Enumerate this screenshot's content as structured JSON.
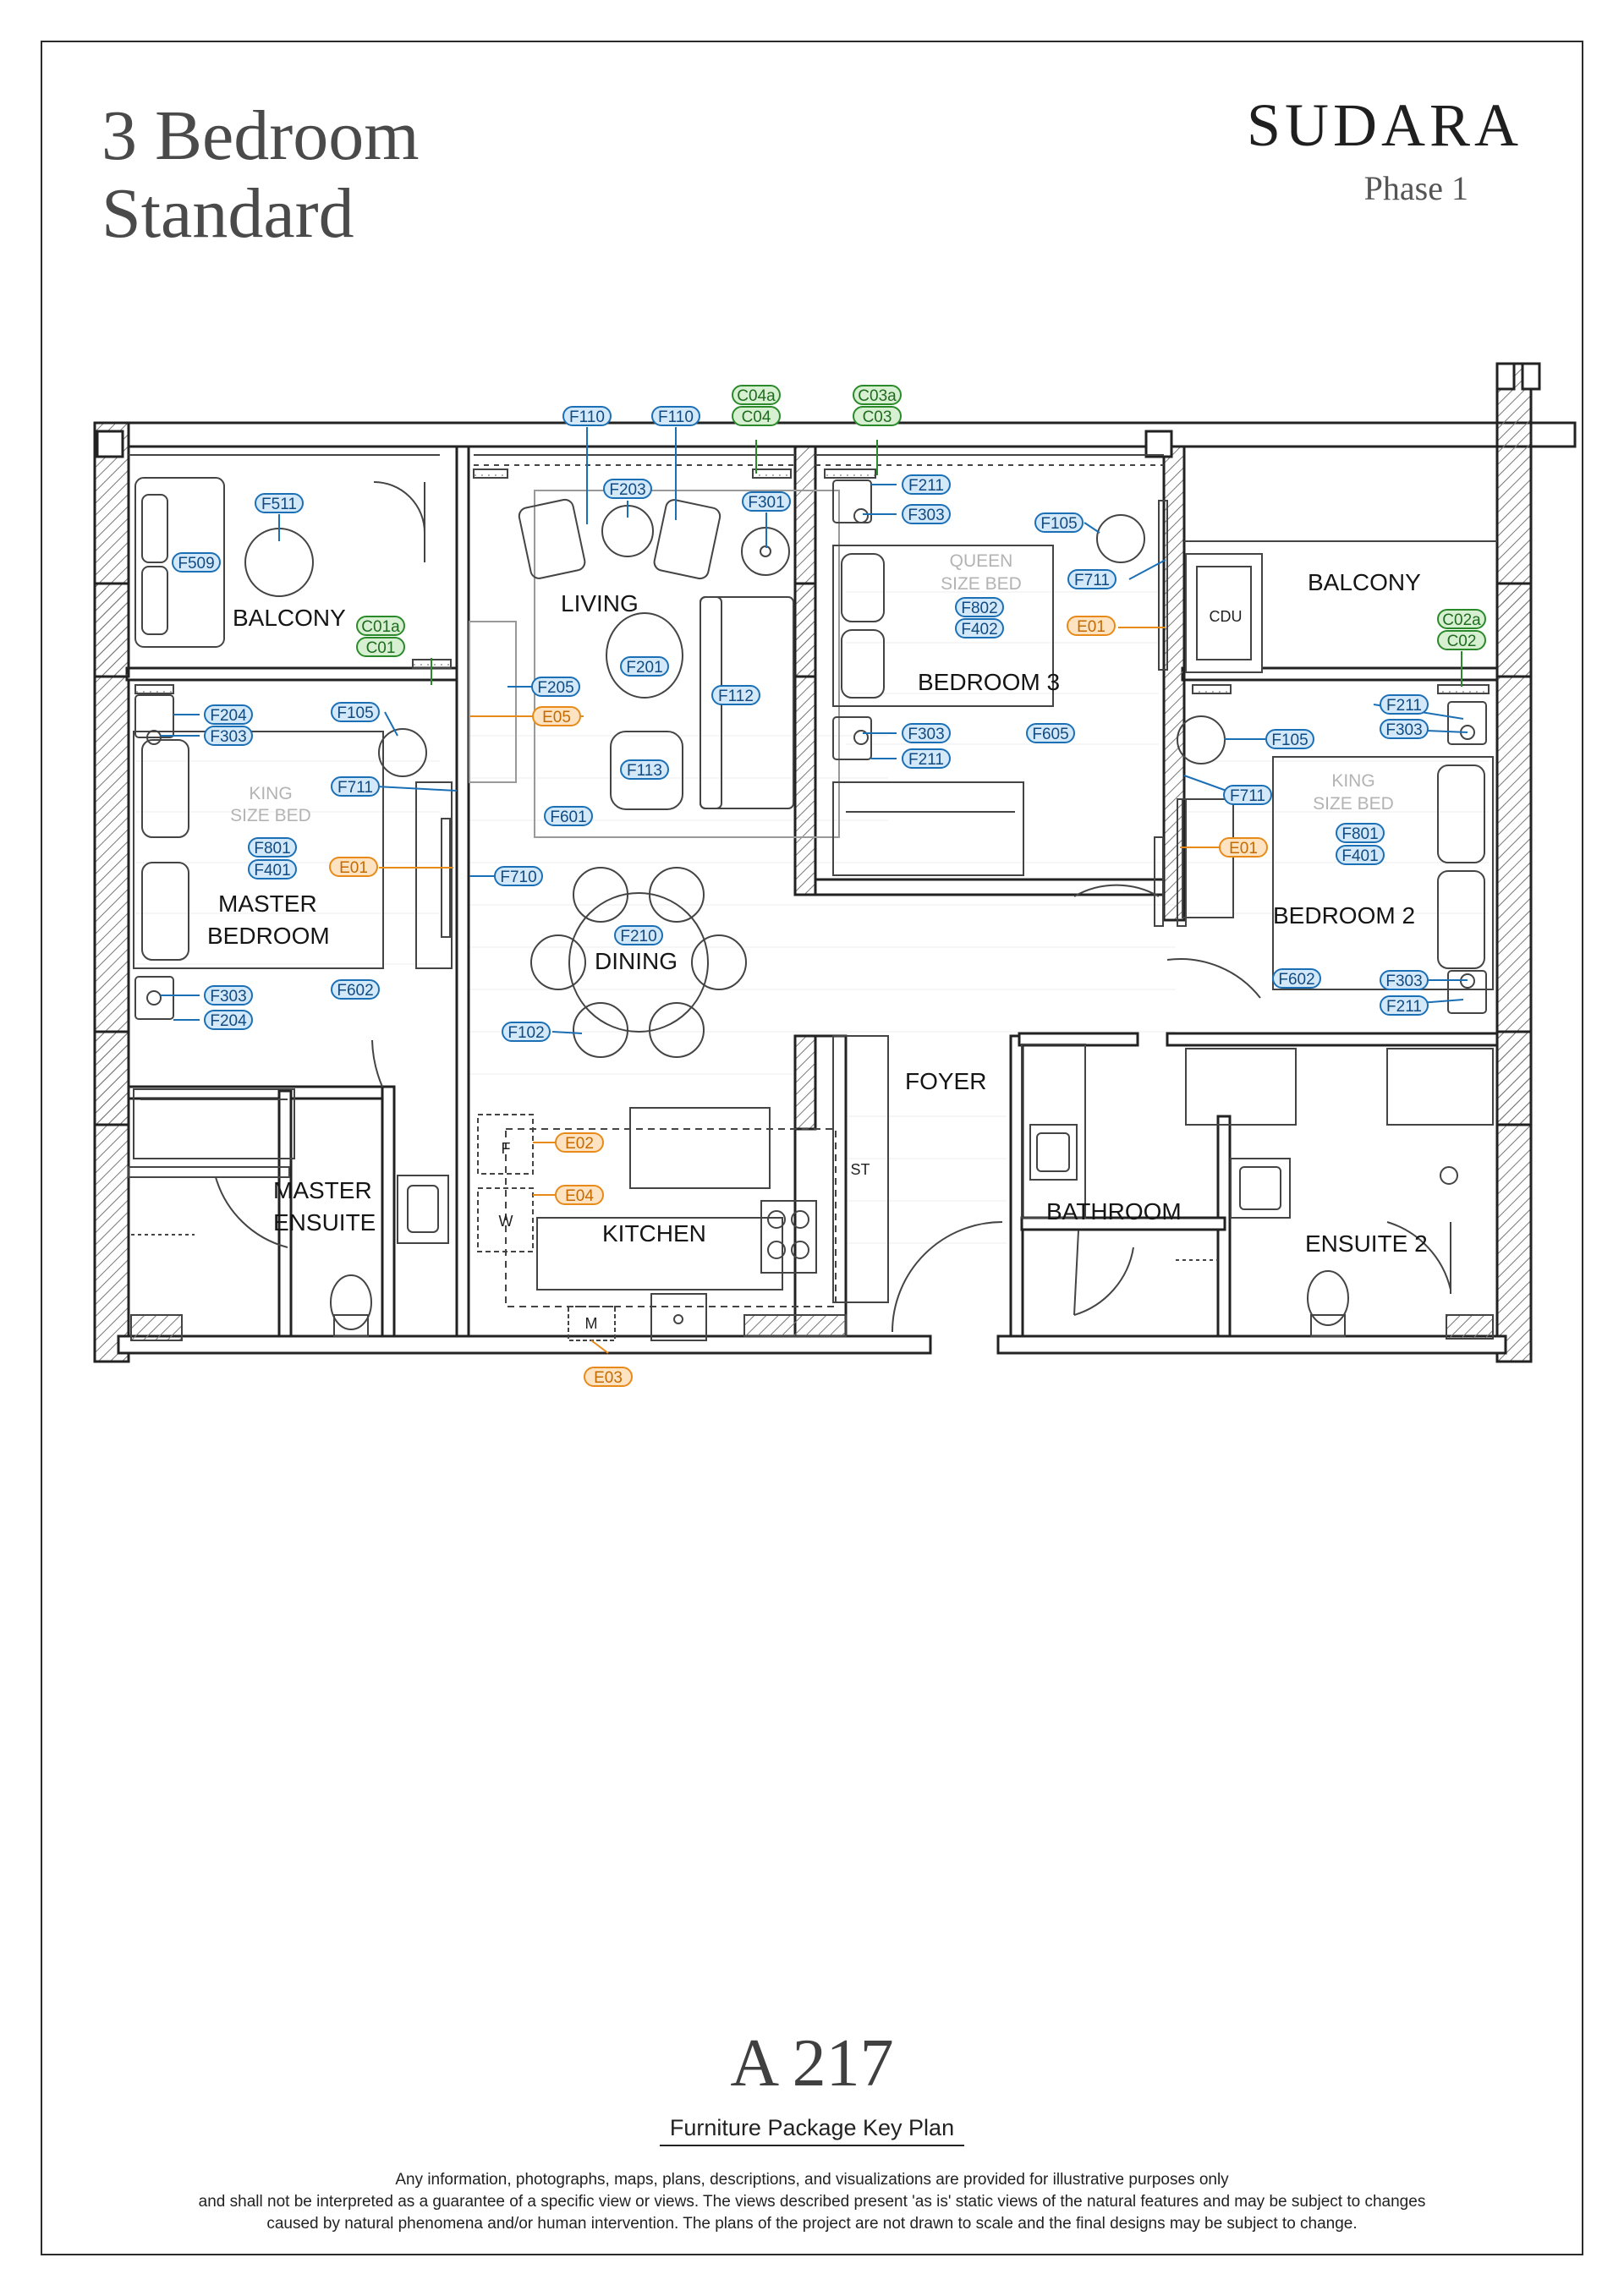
{
  "header": {
    "title_line1": "3  Bedroom",
    "title_line2": "Standard",
    "brand": "SUDARA",
    "phase": "Phase 1"
  },
  "rooms": {
    "balcony_left": "BALCONY",
    "balcony_right": "BALCONY",
    "living": "LIVING",
    "bedroom3": "BEDROOM 3",
    "master_bedroom_line1": "MASTER",
    "master_bedroom_line2": "BEDROOM",
    "bedroom2": "BEDROOM 2",
    "dining": "DINING",
    "foyer": "FOYER",
    "kitchen": "KITCHEN",
    "master_ensuite_line1": "MASTER",
    "master_ensuite_line2": "ENSUITE",
    "bathroom": "BATHROOM",
    "ensuite2": "ENSUITE 2"
  },
  "bed_labels": {
    "queen_line1": "QUEEN",
    "queen_line2": "SIZE BED",
    "king_line1": "KING",
    "king_line2": "SIZE BED"
  },
  "appliance_labels": {
    "cdu": "CDU",
    "store": "ST",
    "fridge": "F",
    "washer": "W",
    "microwave": "M"
  },
  "tag_colors": {
    "furniture": "#1b6fb5",
    "furniture_fill": "#d3e8f8",
    "curtain": "#2a8a2a",
    "curtain_fill": "#d8f0d2",
    "electrical": "#e88a1a",
    "electrical_fill": "#fde3c2"
  },
  "tags": {
    "f110_a": "F110",
    "f110_b": "F110",
    "c04a": "C04a",
    "c04": "C04",
    "c03a": "C03a",
    "c03": "C03",
    "f203": "F203",
    "f301": "F301",
    "f511": "F511",
    "f509": "F509",
    "c01a": "C01a",
    "c01": "C01",
    "f205": "F205",
    "e05": "E05",
    "f201": "F201",
    "f112": "F112",
    "f113": "F113",
    "f601": "F601",
    "f211_b3_top": "F211",
    "f303_b3_top": "F303",
    "f105_b3": "F105",
    "f711_b3": "F711",
    "e01_b3": "E01",
    "f802": "F802",
    "f402": "F402",
    "f303_b3_bot": "F303",
    "f211_b3_bot": "F211",
    "f605": "F605",
    "c02a": "C02a",
    "c02": "C02",
    "f211_b2_top": "F211",
    "f303_b2_top": "F303",
    "f105_b2": "F105",
    "f711_b2": "F711",
    "e01_b2": "E01",
    "f801_b2": "F801",
    "f401_b2": "F401",
    "f602_b2": "F602",
    "f303_b2_bot": "F303",
    "f211_b2_bot": "F211",
    "f204_mb_top": "F204",
    "f303_mb_top": "F303",
    "f105_mb": "F105",
    "f711_mb": "F711",
    "f801_mb": "F801",
    "f401_mb": "F401",
    "e01_mb": "E01",
    "f710": "F710",
    "f303_mb_bot": "F303",
    "f204_mb_bot": "F204",
    "f602_mb": "F602",
    "f210": "F210",
    "f102": "F102",
    "e02": "E02",
    "e04": "E04",
    "e03": "E03"
  },
  "footer": {
    "unit": "A 217",
    "subtitle": "Furniture Package Key Plan",
    "disclaimer_line1": "Any information, photographs, maps, plans, descriptions, and visualizations are provided for illustrative purposes only",
    "disclaimer_line2": "and shall not be interpreted as a guarantee of a specific view or views. The views described present 'as is' static views of the natural features and may be subject to changes",
    "disclaimer_line3": "caused by natural phenomena and/or human intervention. The plans of the project are not drawn to scale and the final designs may be subject to change."
  }
}
